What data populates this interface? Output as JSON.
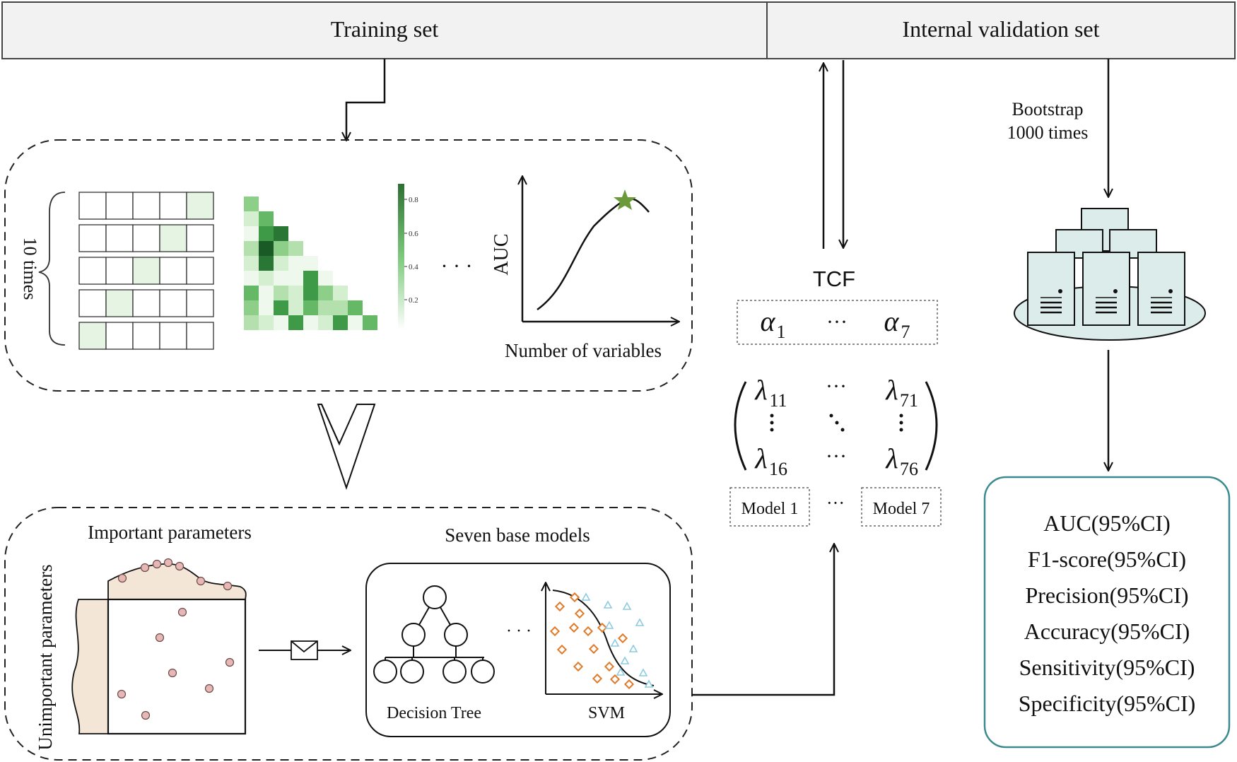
{
  "header": {
    "training_label": "Training set",
    "validation_label": "Internal validation set"
  },
  "feature_selection": {
    "repeat_label": "10 times",
    "colorbar_ticks": [
      "0.8",
      "0.6",
      "0.4",
      "0.2"
    ],
    "ellipsis": "· · ·",
    "curve_ylabel": "AUC",
    "curve_xlabel": "Number of variables"
  },
  "modeling": {
    "side_label": "Unimportant parameters",
    "important_label": "Important parameters",
    "models_label": "Seven base models",
    "tree_label": "Decision Tree",
    "svm_label": "SVM",
    "ellipsis": "· · ·"
  },
  "tcf": {
    "title": "TCF",
    "alpha_first": "α",
    "alpha_first_sub": "1",
    "alpha_last": "α",
    "alpha_last_sub": "7",
    "dots": "···",
    "lambda_tl": "λ",
    "lambda_tl_sub": "11",
    "lambda_tr": "λ",
    "lambda_tr_sub": "71",
    "lambda_bl": "λ",
    "lambda_bl_sub": "16",
    "lambda_br": "λ",
    "lambda_br_sub": "76",
    "model_first": "Model 1",
    "model_last": "Model 7"
  },
  "bootstrap": {
    "line1": "Bootstrap",
    "line2": "1000 times"
  },
  "metrics": [
    "AUC(95%CI)",
    "F1-score(95%CI)",
    "Precision(95%CI)",
    "Accuracy(95%CI)",
    "Sensitivity(95%CI)",
    "Specificity(95%CI)"
  ],
  "colors": {
    "green_dark": "#2f7a3a",
    "green_mid": "#6cc06f",
    "green_light": "#e6f4e4",
    "teal_border": "#3a8a8f",
    "server_fill": "#dcecea",
    "dot_fill": "#e6b7b4",
    "sand_fill": "#f3e6d6",
    "orange_marker": "#e07b2a",
    "blue_marker": "#8ecbe0",
    "star": "#6a9a3a"
  }
}
